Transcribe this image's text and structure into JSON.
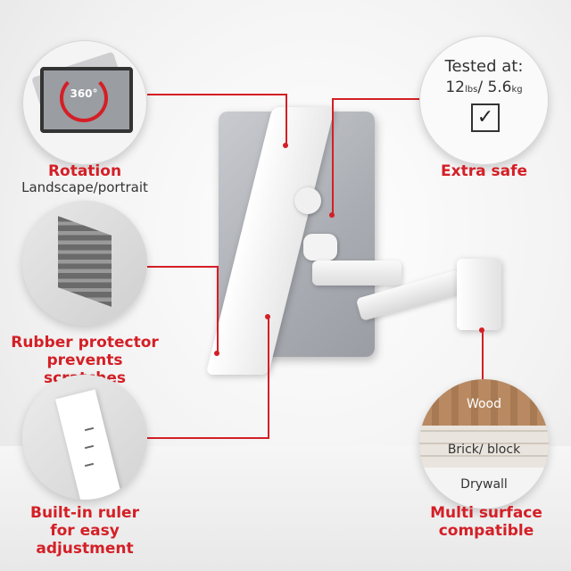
{
  "callouts": {
    "rotation": {
      "title": "Rotation",
      "subtitle": "Landscape/portrait",
      "badge": "360°"
    },
    "safe": {
      "tested_title": "Tested at:",
      "tested_lbs": "12",
      "lbs_unit": "lbs",
      "tested_kg": "/ 5.6",
      "kg_unit": "kg",
      "check": "✓",
      "title": "Extra safe"
    },
    "rubber": {
      "title_line1": "Rubber protector",
      "title_line2": "prevents scratches"
    },
    "ruler": {
      "title_line1": "Built-in ruler",
      "title_line2": "for easy adjustment"
    },
    "surface": {
      "wood": "Wood",
      "brick": "Brick/ block",
      "drywall": "Drywall",
      "title_line1": "Multi surface",
      "title_line2": "compatible"
    }
  },
  "colors": {
    "accent": "#d41f26",
    "text": "#333333"
  }
}
